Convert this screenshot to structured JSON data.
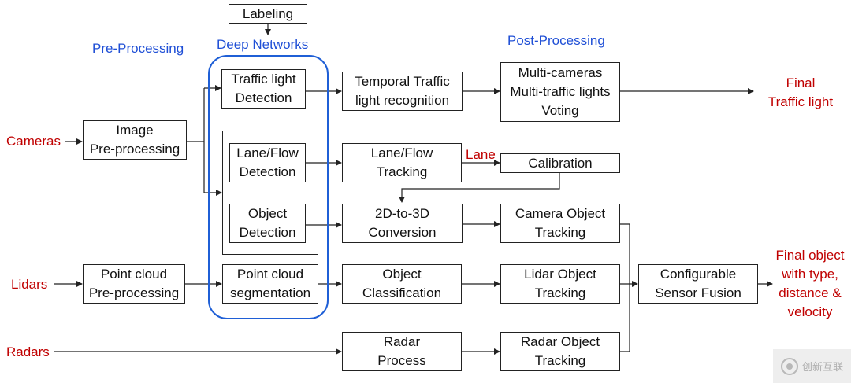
{
  "diagram": {
    "boxes": {
      "labeling": "Labeling",
      "image_preprocessing": "Image\nPre-processing",
      "traffic_light_detection": "Traffic light\nDetection",
      "lane_flow_detection": "Lane/Flow\nDetection",
      "object_detection": "Object\nDetection",
      "point_cloud_preprocessing": "Point cloud\nPre-processing",
      "point_cloud_segmentation": "Point cloud\nsegmentation",
      "temporal_traffic_light_recognition": "Temporal Traffic\nlight recognition",
      "voting": "Multi-cameras\nMulti-traffic lights\nVoting",
      "lane_flow_tracking": "Lane/Flow\nTracking",
      "calibration": "Calibration",
      "conversion_2d_3d": "2D-to-3D\nConversion",
      "camera_object_tracking": "Camera Object\nTracking",
      "object_classification": "Object\nClassification",
      "lidar_object_tracking": "Lidar Object\nTracking",
      "radar_process": "Radar\nProcess",
      "radar_object_tracking": "Radar Object\nTracking",
      "configurable_sensor_fusion": "Configurable\nSensor Fusion"
    },
    "section_labels": {
      "pre_processing": "Pre-Processing",
      "deep_networks": "Deep Networks",
      "post_processing": "Post-Processing"
    },
    "inputs": {
      "cameras": "Cameras",
      "lidars": "Lidars",
      "radars": "Radars"
    },
    "edge_labels": {
      "lane": "Lane"
    },
    "outputs": {
      "final_traffic_light": "Final\nTraffic light",
      "final_object": "Final object\nwith type,\ndistance &\nvelocity"
    },
    "colors": {
      "section_label": "#1f4fd6",
      "io_label": "#c00000",
      "deep_networks_frame": "#1f5fd6",
      "box_border": "#222222"
    }
  },
  "watermark": {
    "icon": "chuangxin-logo-icon",
    "text": "创新互联"
  }
}
